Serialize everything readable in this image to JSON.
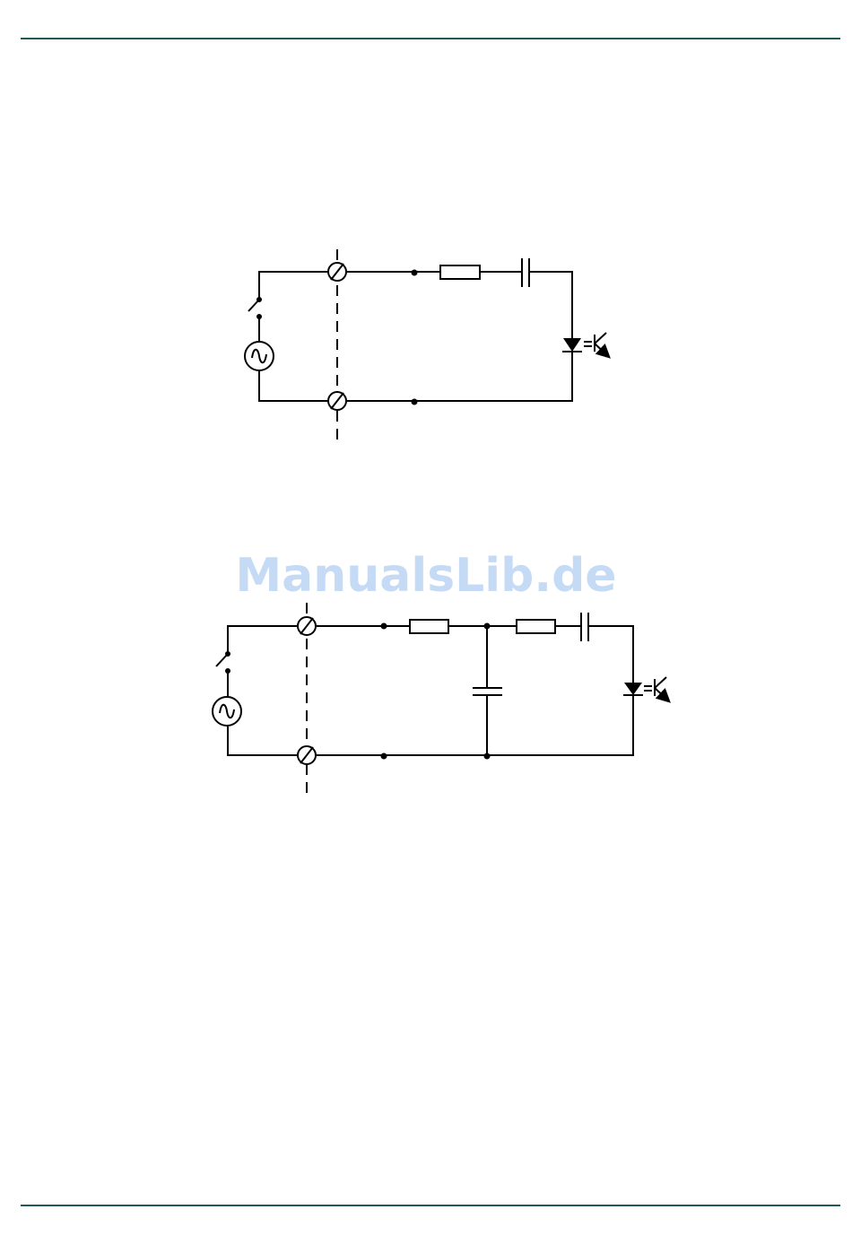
{
  "page": {
    "line_color": "#1d5a55"
  },
  "watermark": {
    "text": "ManualsLib.de",
    "color": "#bcd4f4"
  },
  "diagrams": [
    {
      "id": "circuit-1",
      "components": [
        "switch",
        "ac-source-icon",
        "terminal",
        "terminal",
        "resistor",
        "capacitor",
        "led-icon"
      ]
    },
    {
      "id": "circuit-2",
      "components": [
        "switch",
        "ac-source-icon",
        "terminal",
        "terminal",
        "resistor",
        "capacitor",
        "resistor",
        "capacitor",
        "led-icon"
      ]
    }
  ]
}
